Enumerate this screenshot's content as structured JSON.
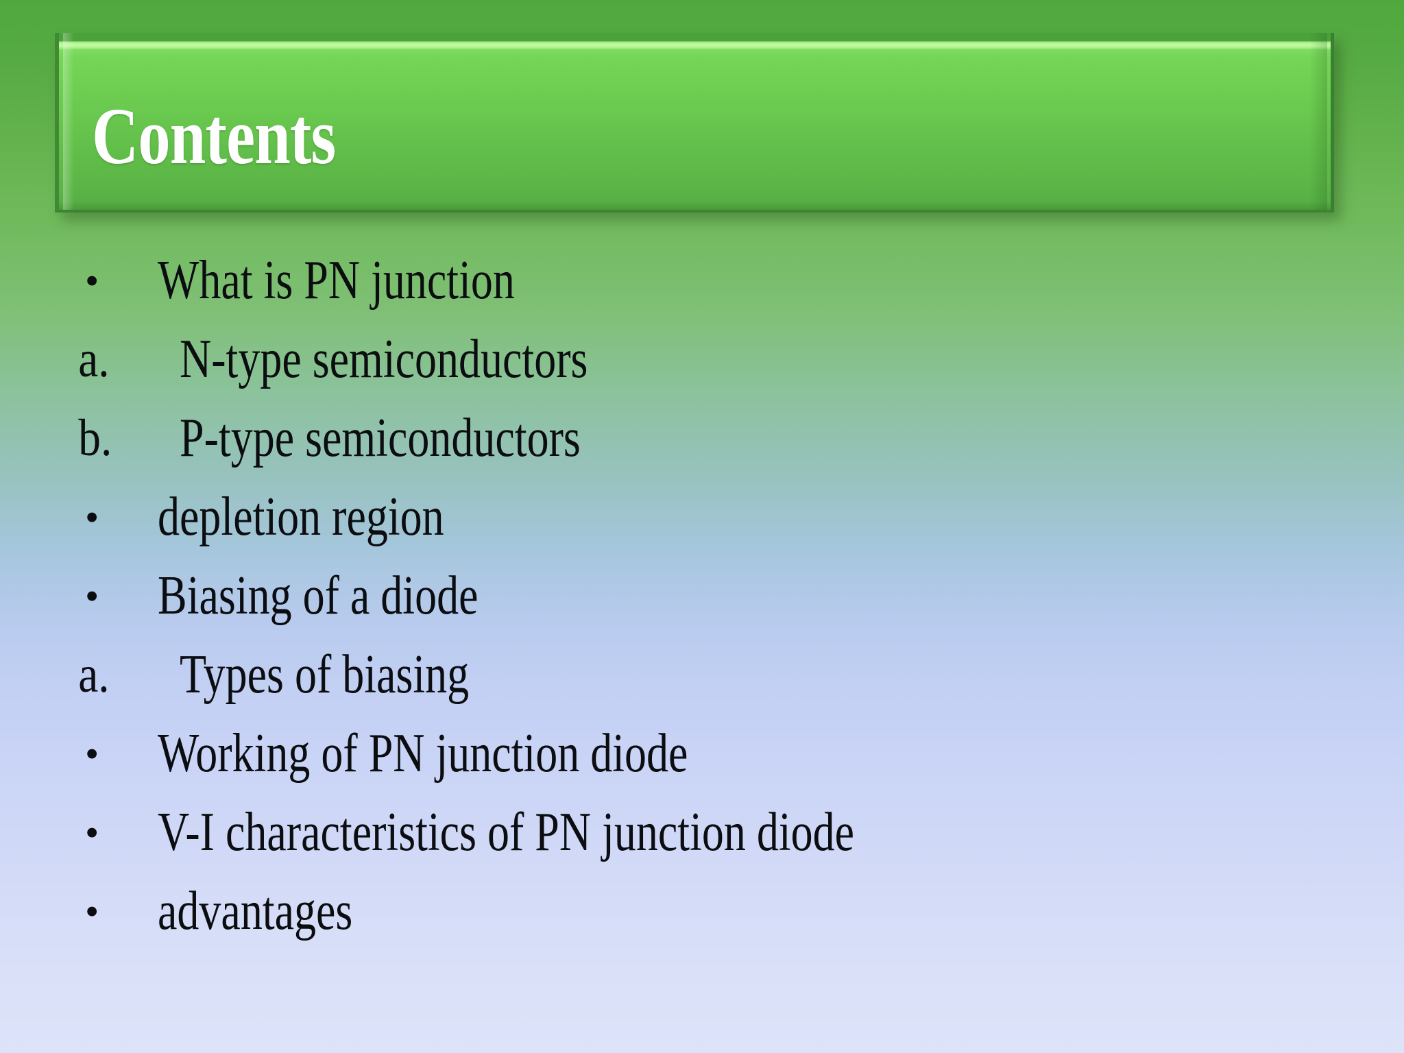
{
  "slide": {
    "title": "Contents",
    "background_top_color": "#4fa83d",
    "background_mid_color": "#97c2bd",
    "background_bottom_color": "#dde3f9",
    "title_bar_color": "#6fd052",
    "title_bar_highlight_color": "#c4fba6",
    "title_text_color": "#ffffff",
    "body_text_color": "#0b0d10"
  },
  "content_list": [
    {
      "marker": "•",
      "marker_type": "bullet",
      "text": "What is PN junction"
    },
    {
      "marker": "a.",
      "marker_type": "alpha",
      "text": "N-type semiconductors"
    },
    {
      "marker": "b.",
      "marker_type": "alpha",
      "text": "P-type semiconductors"
    },
    {
      "marker": "•",
      "marker_type": "bullet",
      "text": "depletion region"
    },
    {
      "marker": "•",
      "marker_type": "bullet",
      "text": "Biasing of a diode"
    },
    {
      "marker": "a.",
      "marker_type": "alpha",
      "text": "Types of biasing"
    },
    {
      "marker": "•",
      "marker_type": "bullet",
      "text": "Working of PN junction diode"
    },
    {
      "marker": "•",
      "marker_type": "bullet",
      "text": "V-I characteristics of PN junction diode"
    },
    {
      "marker": "•",
      "marker_type": "bullet",
      "text": "advantages"
    }
  ]
}
